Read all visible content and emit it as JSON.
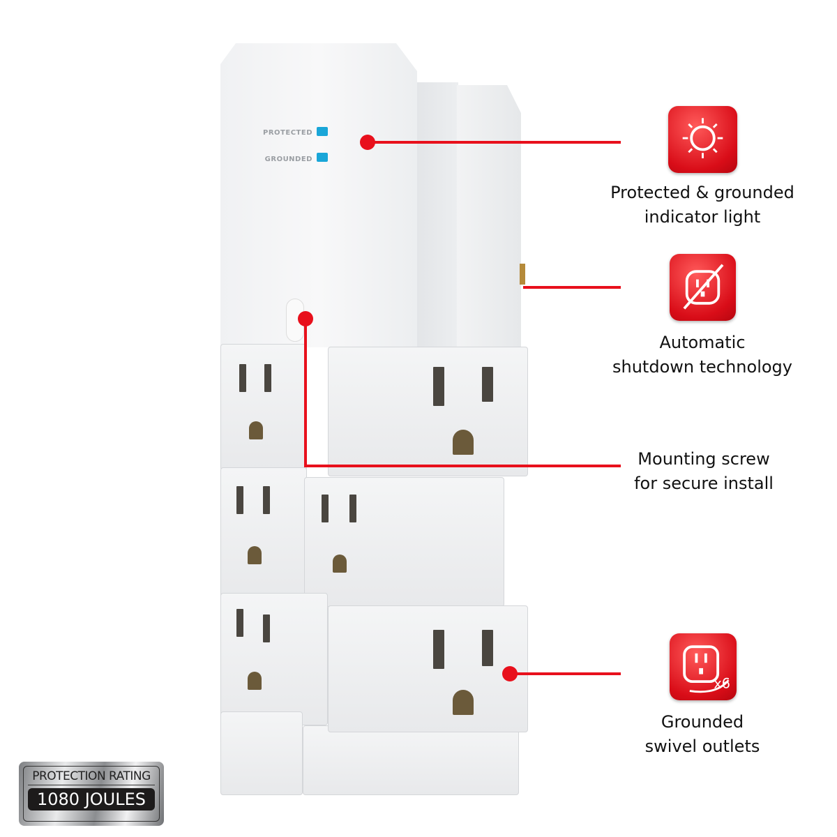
{
  "device": {
    "led_protected": "PROTECTED",
    "led_grounded": "GROUNDED"
  },
  "callouts": [
    {
      "icon": "sun-indicator-icon",
      "label_line1": "Protected & grounded",
      "label_line2": "indicator light"
    },
    {
      "icon": "no-plug-icon",
      "label_line1": "Automatic",
      "label_line2": "shutdown technology"
    },
    {
      "label_line1": "Mounting screw",
      "label_line2": "for secure install"
    },
    {
      "icon": "outlet-x6-icon",
      "icon_text": "x6",
      "label_line1": "Grounded",
      "label_line2": "swivel outlets"
    }
  ],
  "badge": {
    "title": "PROTECTION RATING",
    "value": "1080 JOULES"
  },
  "colors": {
    "accent": "#e8101c",
    "led": "#1aa6d8"
  }
}
